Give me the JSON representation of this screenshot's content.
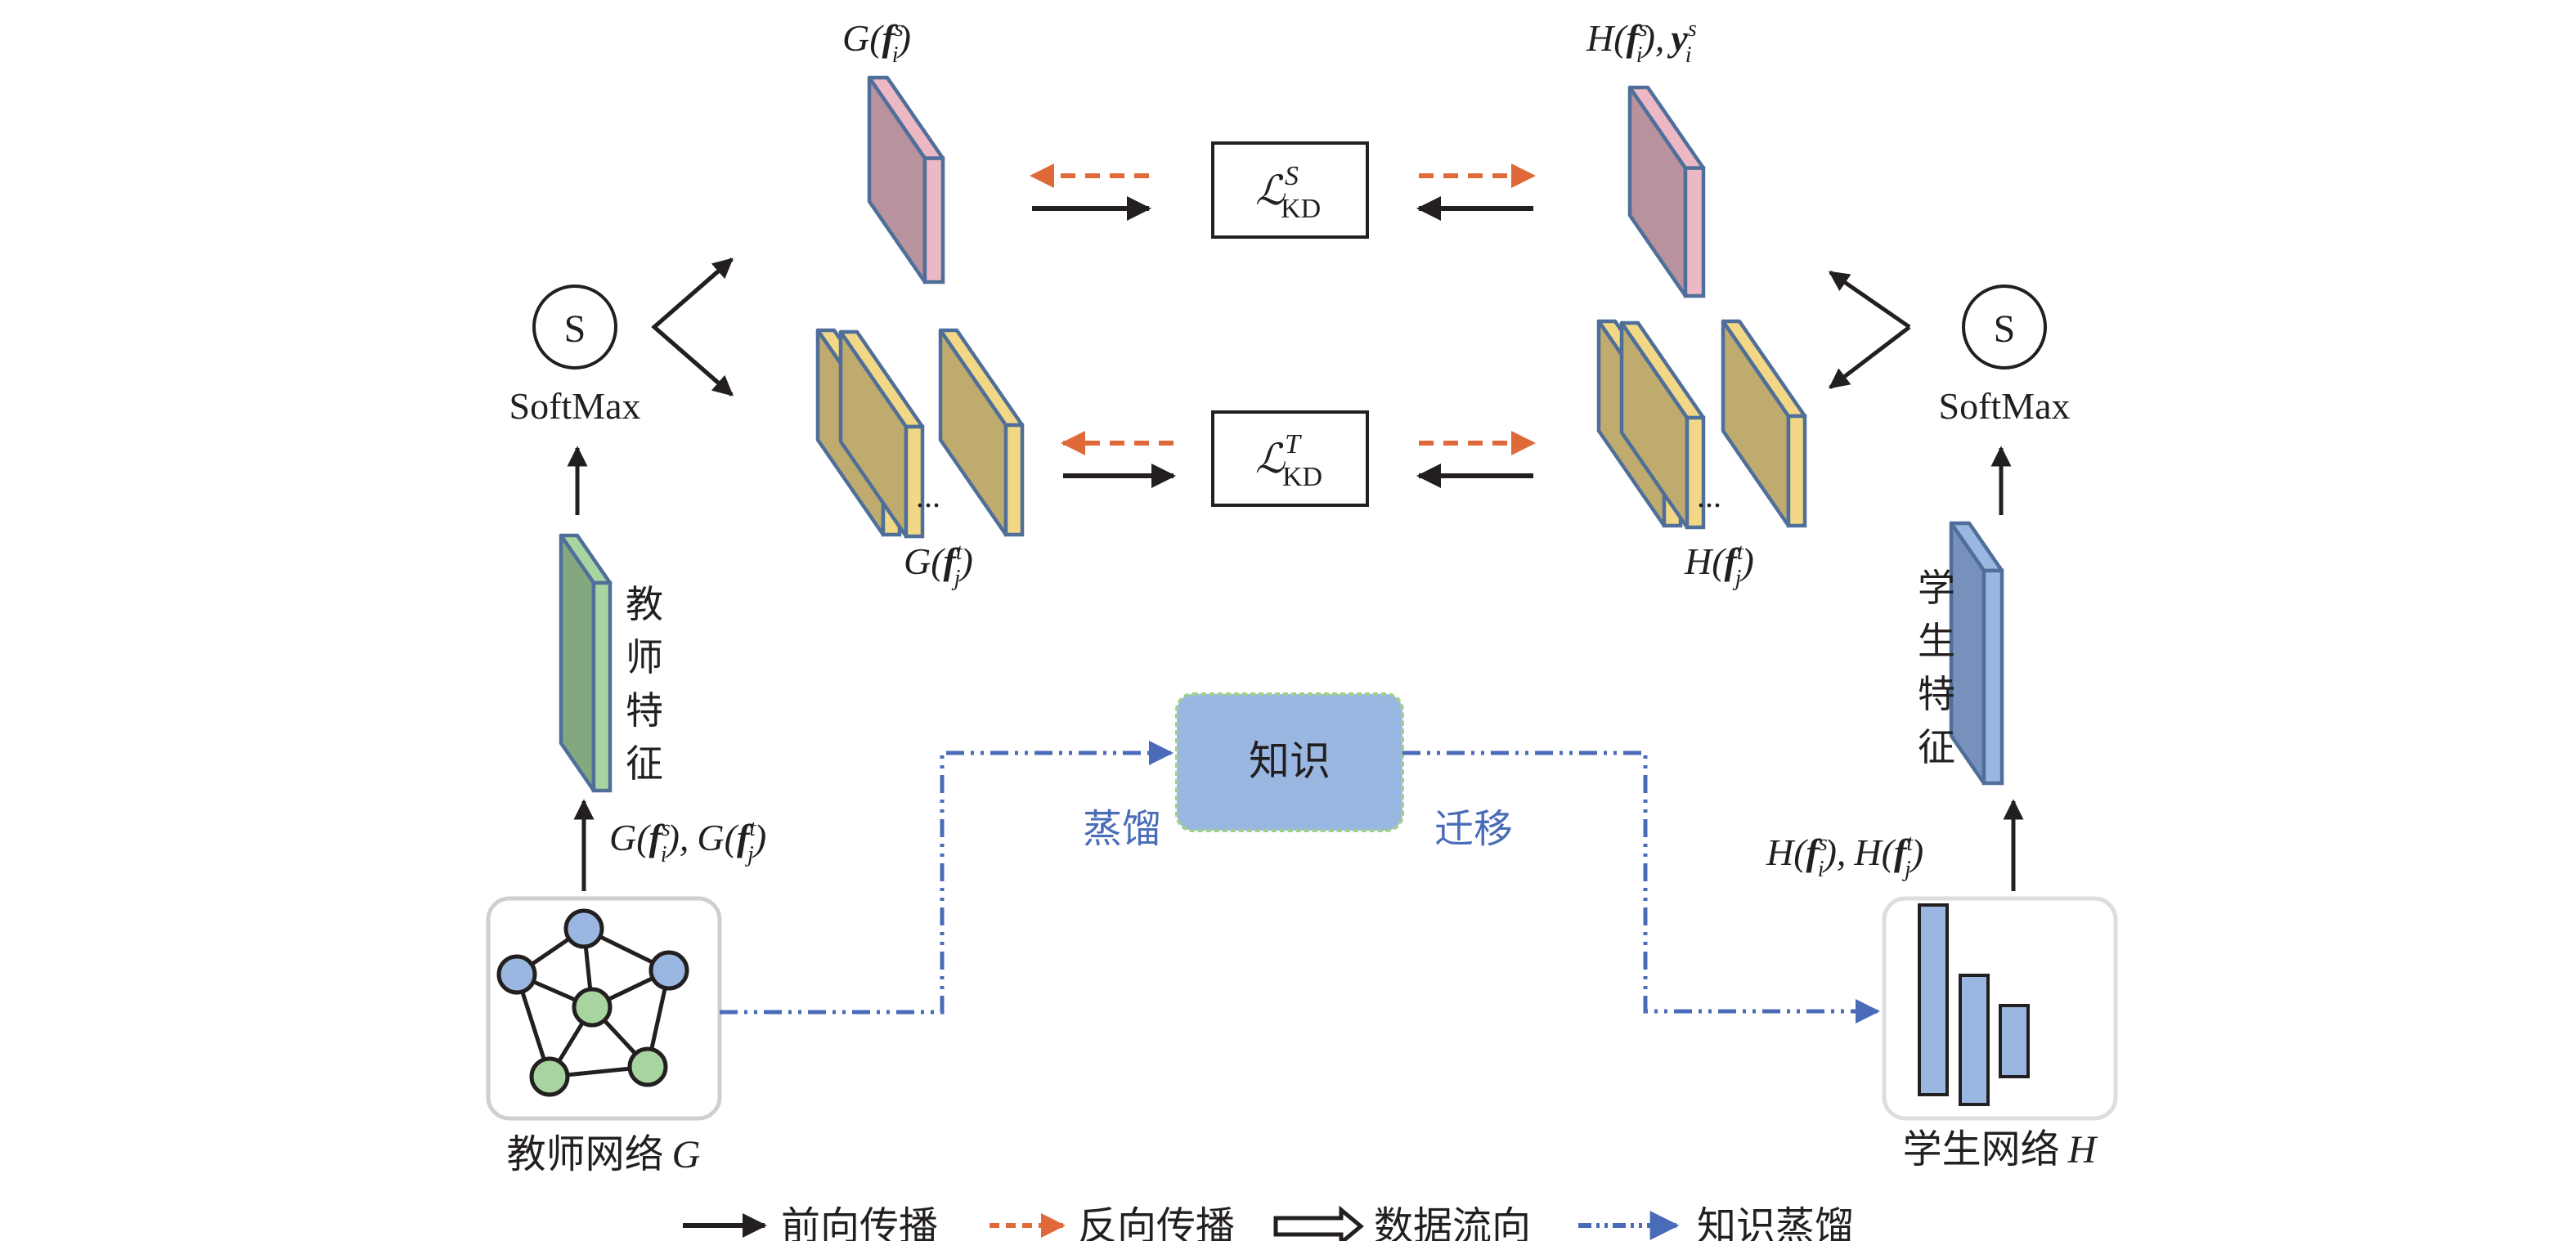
{
  "colors": {
    "plate_border": "#4f6f9a",
    "pink_face": "#b8929c",
    "pink_side": "#ecb8c4",
    "tan_face": "#bfab6e",
    "yellow_side": "#f2d886",
    "green_face": "#83a87f",
    "green_side": "#a8d59f",
    "blue_face": "#7891bc",
    "blue_side": "#9ab7e2",
    "node_blue": "#9ab7e2",
    "node_green": "#a8d59f",
    "knowledge_box": "#9ab7e2",
    "knowledge_border": "#9fcf8c",
    "orange": "#e0693a",
    "kd_blue": "#4a6cb8",
    "box_gray": "#cfcfcf",
    "black": "#231f20"
  },
  "teacher": {
    "softmax_symbol": "S",
    "softmax_label": "SoftMax",
    "feature_label": [
      "教",
      "师",
      "特",
      "征"
    ],
    "output_label_parts": {
      "g1": "G(",
      "f1": "f",
      "sup1": "s",
      "sub1": "i",
      "close1": "),",
      "g2": "G(",
      "f2": "f",
      "sup2": "t",
      "sub2": "j",
      "close2": ")"
    },
    "network_label": "教师网络",
    "network_symbol": "G",
    "plate_s_label": {
      "fn": "G(",
      "f": "f",
      "sup": "s",
      "sub": "i",
      "close": ")"
    },
    "plate_t_label": {
      "fn": "G(",
      "f": "f",
      "sup": "t",
      "sub": "j",
      "close": ")"
    },
    "ellipsis": "..."
  },
  "student": {
    "softmax_symbol": "S",
    "softmax_label": "SoftMax",
    "feature_label": [
      "学",
      "生",
      "特",
      "征"
    ],
    "output_label_parts": {
      "g1": "H(",
      "f1": "f",
      "sup1": "s",
      "sub1": "i",
      "close1": "),",
      "g2": "H(",
      "f2": "f",
      "sup2": "t",
      "sub2": "j",
      "close2": ")"
    },
    "network_label": "学生网络",
    "network_symbol": "H",
    "plate_s_label": {
      "fn": "H(",
      "f": "f",
      "sup": "s",
      "sub": "i",
      "close": "),",
      "y": "y",
      "ysup": "s",
      "ysub": "i"
    },
    "plate_t_label": {
      "fn": "H(",
      "f": "f",
      "sup": "t",
      "sub": "j",
      "close": ")"
    },
    "ellipsis": "..."
  },
  "losses": {
    "soft": {
      "symbol": "ℒ",
      "sup": "S",
      "sub": "KD"
    },
    "hard": {
      "symbol": "ℒ",
      "sup": "T",
      "sub": "KD"
    }
  },
  "knowledge": {
    "box_label": "知识",
    "left_label": "蒸馏",
    "right_label": "迁移"
  },
  "legend": [
    {
      "icon": "solid-arrow-icon",
      "label": "前向传播"
    },
    {
      "icon": "dashed-orange-arrow-icon",
      "label": "反向传播"
    },
    {
      "icon": "double-outline-arrow-icon",
      "label": "数据流向"
    },
    {
      "icon": "dash-dot-blue-arrow-icon",
      "label": "知识蒸馏"
    }
  ]
}
